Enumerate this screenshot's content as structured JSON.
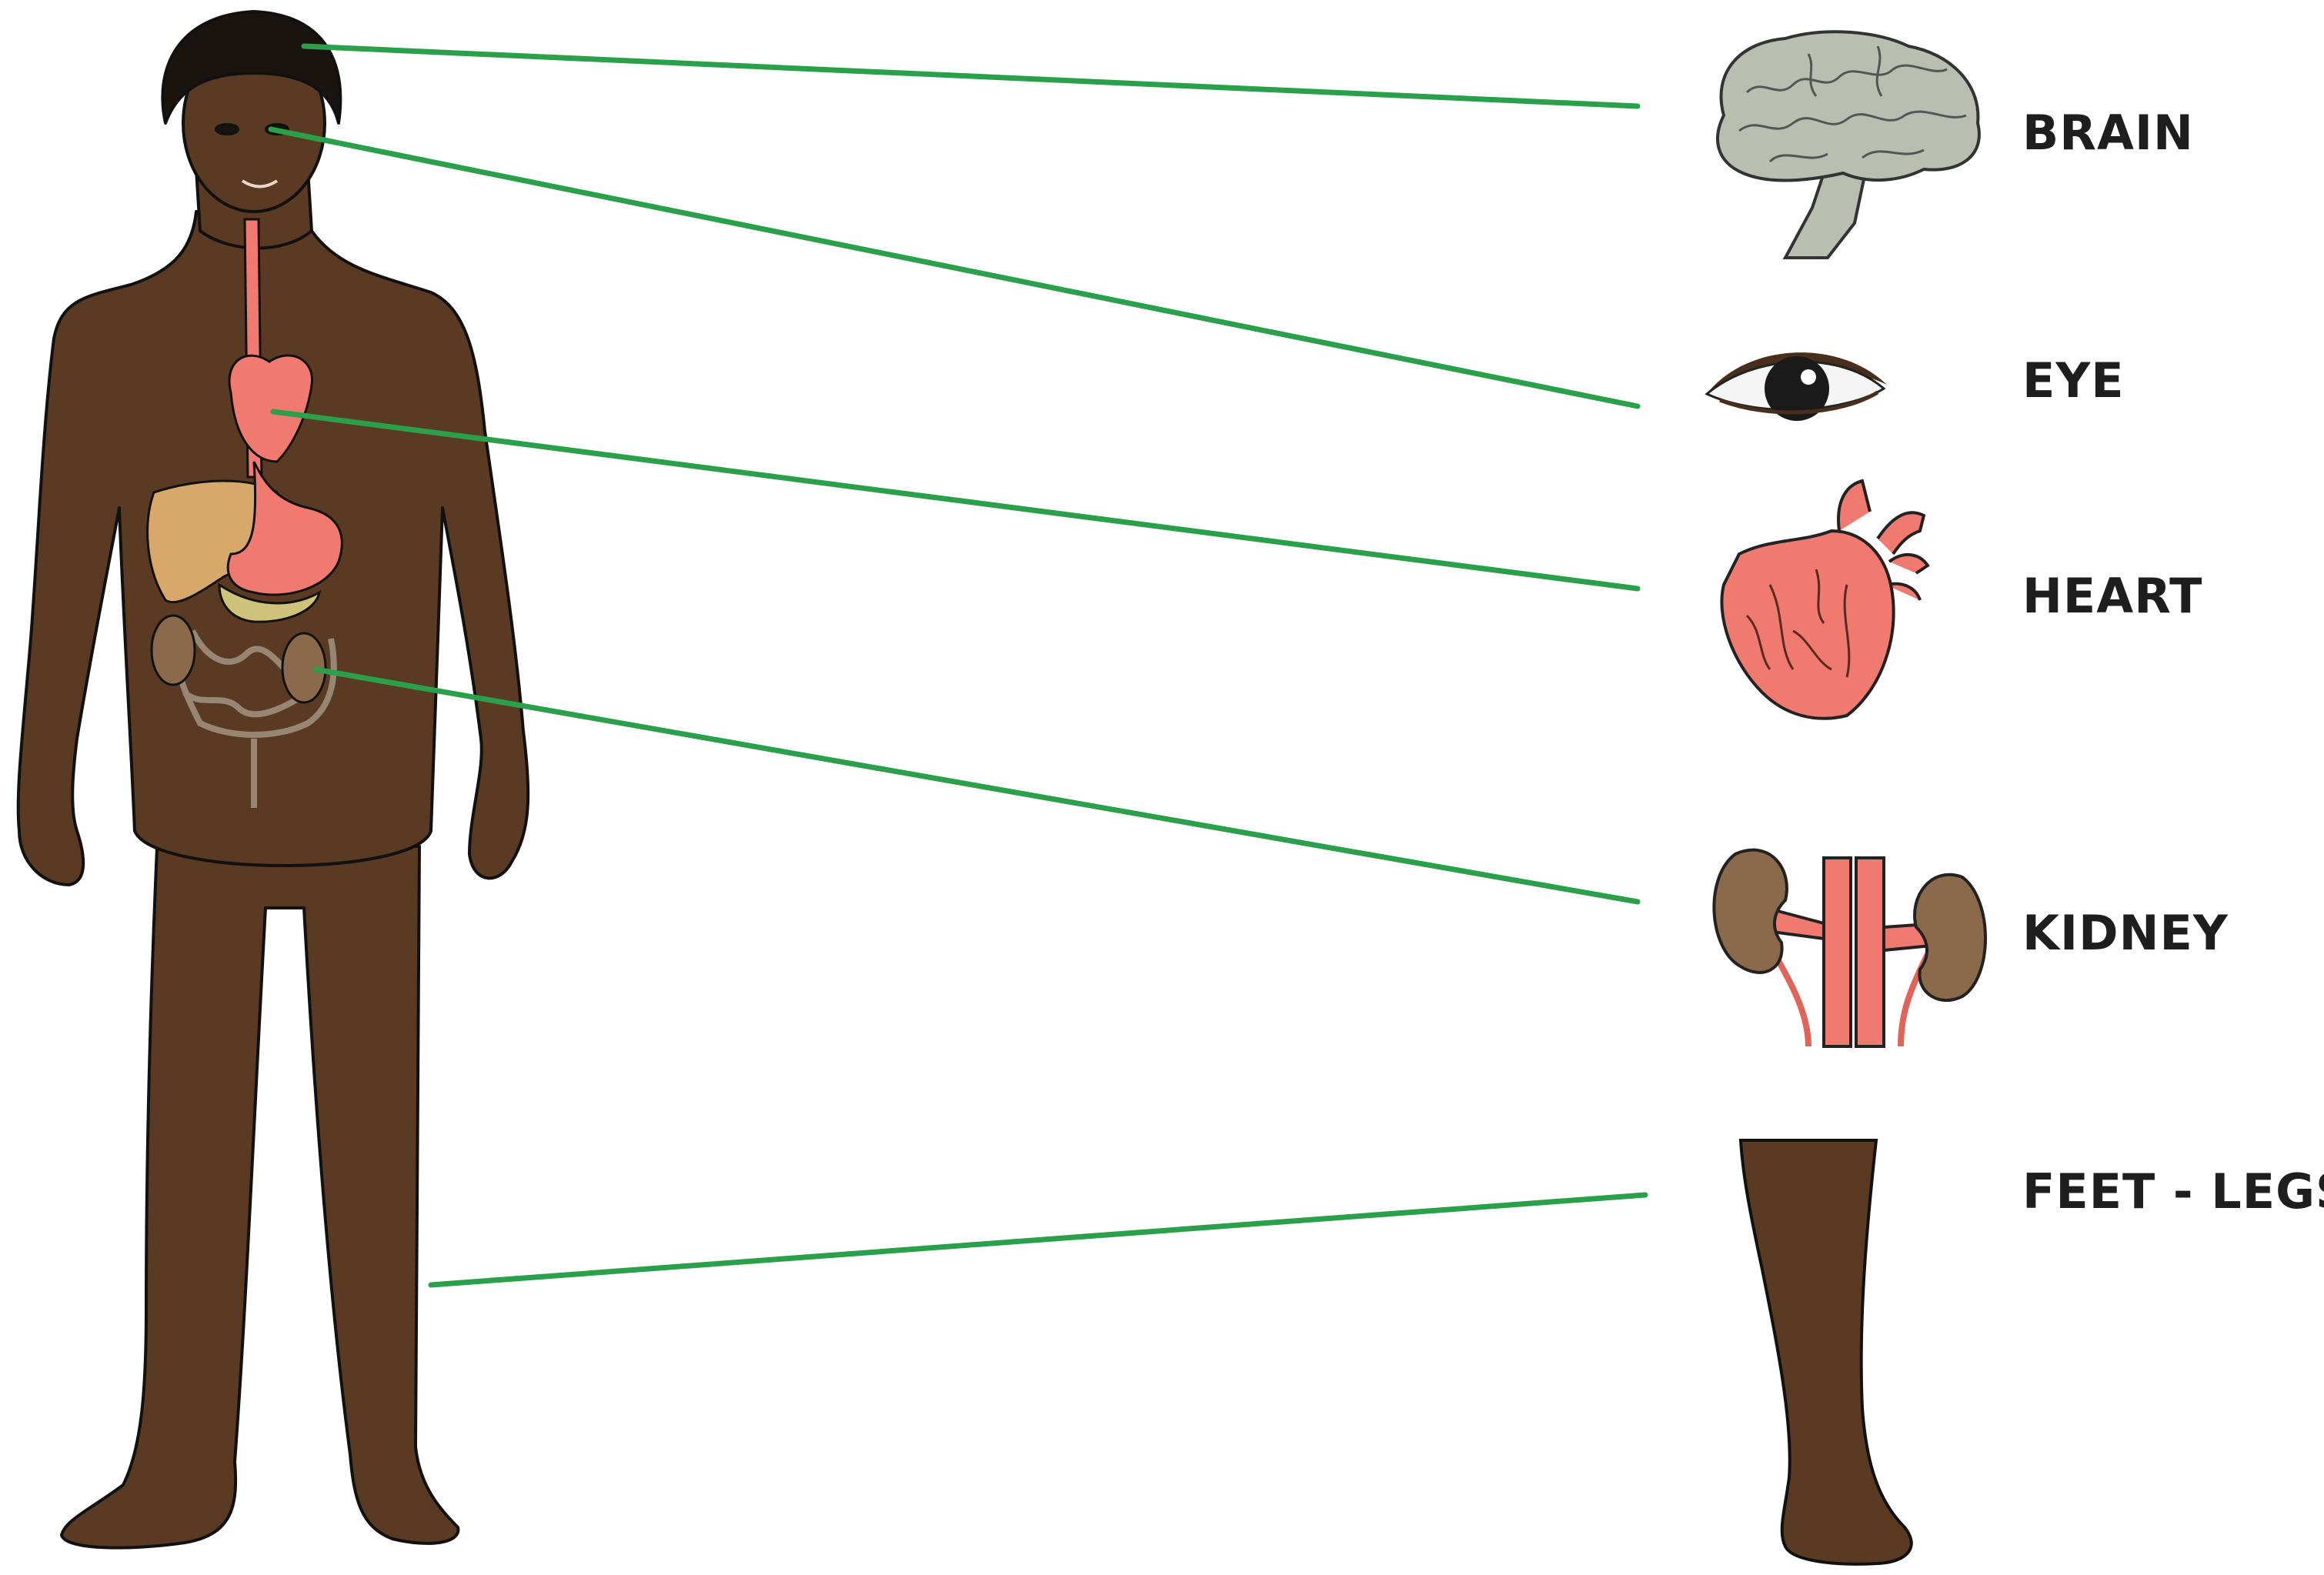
{
  "labels": {
    "brain": "BRAIN",
    "eye": "EYE",
    "heart": "HEART",
    "kidney": "KIDNEY",
    "feet_legs": "FEET - LEGS"
  },
  "colors": {
    "connector": "#2aa04a",
    "skin": "#5a3a22",
    "outline": "#111111",
    "organ_pink": "#f07a70",
    "liver": "#d7a86a",
    "pancreas": "#cfc27a",
    "kidney": "#8a6a4a",
    "brain": "#b9beb0",
    "label_text": "#1e1e1e"
  },
  "icons": [
    "human-figure",
    "brain-icon",
    "eye-icon",
    "heart-icon",
    "kidney-icon",
    "leg-icon"
  ]
}
